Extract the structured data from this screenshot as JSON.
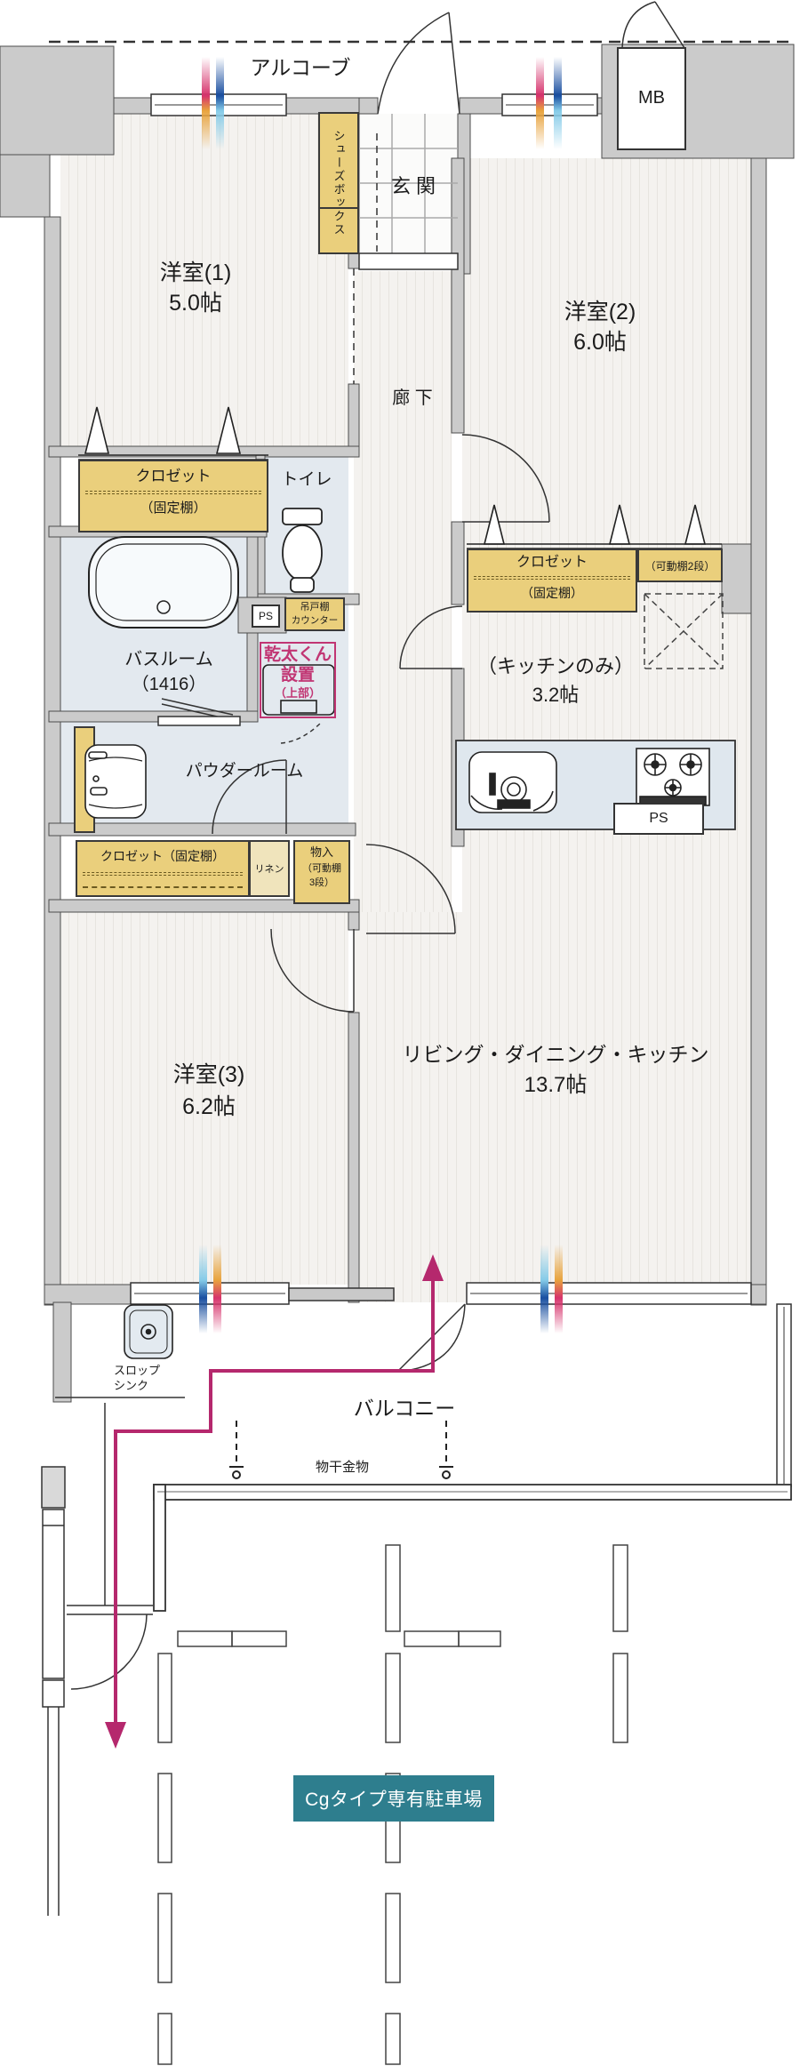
{
  "labels": {
    "alcove": "アルコーブ",
    "entrance": "玄 関",
    "shoebox": "シューズボックス",
    "mb": "MB",
    "room1_name": "洋室(1)",
    "room1_size": "5.0帖",
    "room2_name": "洋室(2)",
    "room2_size": "6.0帖",
    "room3_name": "洋室(3)",
    "room3_size": "6.2帖",
    "corridor": "廊 下",
    "ldk_name": "リビング・ダイニング・キッチン",
    "ldk_size": "13.7帖",
    "closet_line1": "クロゼット",
    "closet_line2": "（固定棚）",
    "shelf2": "（可動棚2段）",
    "closet3": "クロゼット（固定棚）",
    "linen": "リネン",
    "storage1": "物入",
    "storage2": "（可動棚",
    "storage3": "3段）",
    "toilet": "トイレ",
    "ps": "PS",
    "bath1": "バスルーム",
    "bath2": "（1416）",
    "hang1": "吊戸棚",
    "hang2": "カウンター",
    "dryer1": "乾太くん",
    "dryer2": "設置",
    "dryer3": "（上部）",
    "kitchen1": "（キッチンのみ）",
    "kitchen2": "3.2帖",
    "powder": "パウダールーム",
    "balcony": "バルコニー",
    "slop1": "スロップ",
    "slop2": "シンク",
    "hardware": "物干金物",
    "parking": "Cgタイプ専有駐車場"
  },
  "colors": {
    "accent_pink": "#c13573",
    "route_arrow": "#b5286d",
    "parking_box": "#2e7e8e",
    "closet_fill": "#eacf7c",
    "wall_gray": "#cbcbcb"
  }
}
